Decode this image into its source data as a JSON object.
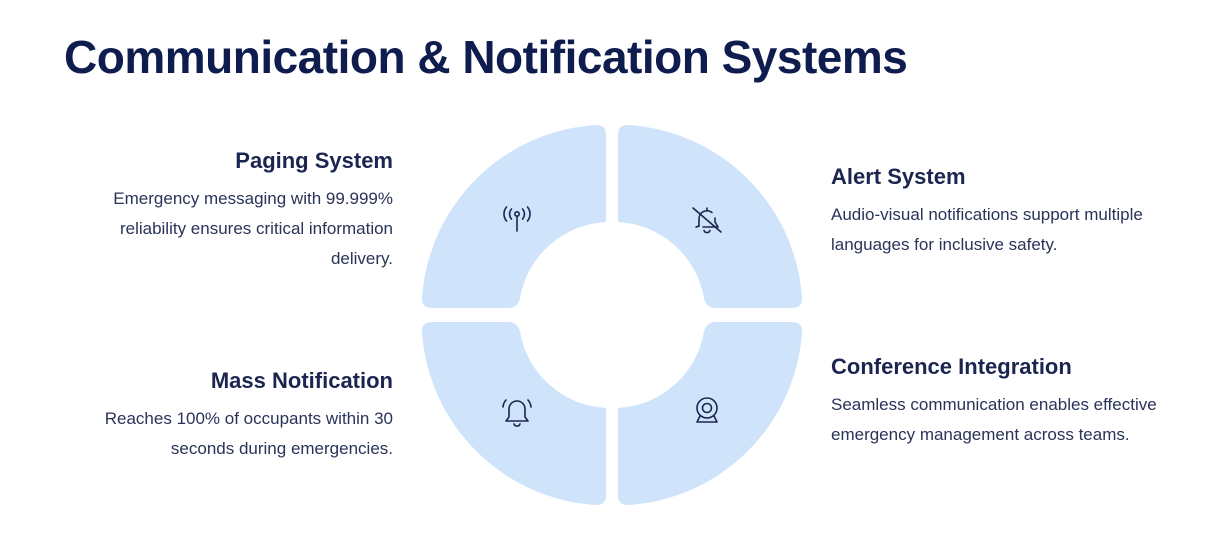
{
  "title": "Communication & Notification Systems",
  "colors": {
    "segment_fill": "#cfe3fa",
    "title": "#0f1c4e",
    "text": "#1b2550",
    "icon_stroke": "#1b2550"
  },
  "segments": [
    {
      "key": "paging",
      "title": "Paging System",
      "description": "Emergency messaging with 99.999% reliability ensures critical information delivery.",
      "icon": "antenna-icon"
    },
    {
      "key": "alert",
      "title": "Alert System",
      "description": "Audio-visual notifications support multiple languages for inclusive safety.",
      "icon": "bell-off-icon"
    },
    {
      "key": "mass",
      "title": "Mass Notification",
      "description": "Reaches 100% of occupants within 30 seconds during emergencies.",
      "icon": "bell-ringing-icon"
    },
    {
      "key": "conference",
      "title": "Conference Integration",
      "description": "Seamless communication enables effective emergency management across teams.",
      "icon": "webcam-icon"
    }
  ]
}
